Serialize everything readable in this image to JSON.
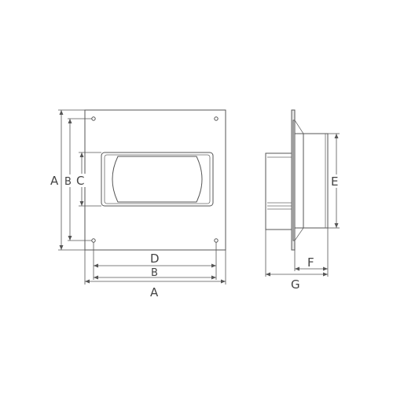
{
  "colors": {
    "stroke": "#555555",
    "shade": "#e6e6e6",
    "background": "#ffffff"
  },
  "front_view": {
    "dimension_labels": {
      "outer_height": "A",
      "hole_height": "B",
      "opening_height": "C",
      "hole_width": "D",
      "inner_width": "B",
      "outer_width": "A"
    }
  },
  "side_view": {
    "dimension_labels": {
      "flange_height": "E",
      "spigot_depth": "F",
      "total_depth": "G"
    }
  }
}
